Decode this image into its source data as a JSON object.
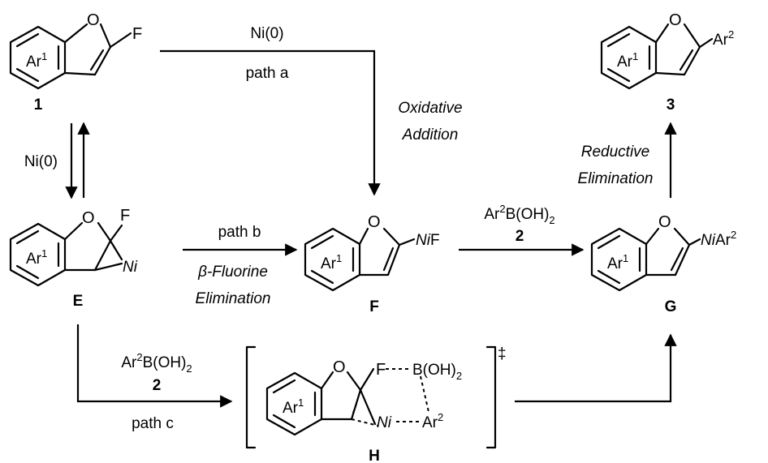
{
  "compounds": {
    "c1": {
      "id": "1",
      "ring": "Ar",
      "ring_sup": "1",
      "heteroatom": "O",
      "substituent": "F"
    },
    "c3": {
      "id": "3",
      "ring": "Ar",
      "ring_sup": "1",
      "heteroatom": "O",
      "substituent": "Ar",
      "substituent_sup": "2"
    },
    "E": {
      "id": "E",
      "ring": "Ar",
      "ring_sup": "1",
      "heteroatom": "O",
      "fluorine": "F",
      "metal": "Ni"
    },
    "F": {
      "id": "F",
      "ring": "Ar",
      "ring_sup": "1",
      "heteroatom": "O",
      "metal": "Ni",
      "substituent": "F"
    },
    "G": {
      "id": "G",
      "ring": "Ar",
      "ring_sup": "1",
      "heteroatom": "O",
      "metal": "Ni",
      "substituent": "Ar",
      "substituent_sup": "2"
    },
    "H": {
      "id": "H",
      "ring": "Ar",
      "ring_sup": "1",
      "heteroatom": "O",
      "fluorine": "F",
      "boron": "B(OH)",
      "boron_sub": "2",
      "metal": "Ni",
      "aryl": "Ar",
      "aryl_sup": "2",
      "ts_symbol": "‡"
    }
  },
  "arrows": {
    "path_a": {
      "reagent": "Ni(0)",
      "label": "path a",
      "step_line1": "Oxidative",
      "step_line2": "Addition"
    },
    "equilibrium": {
      "reagent": "Ni(0)"
    },
    "path_b": {
      "label": "path b",
      "step_line1_greek": "β",
      "step_line1": "-Fluorine",
      "step_line2": "Elimination"
    },
    "transmetalation": {
      "reagent": "Ar",
      "reagent_sup": "2",
      "reagent_rest": "B(OH)",
      "reagent_sub": "2",
      "reagent_id": "2"
    },
    "reductive": {
      "step_line1": "Reductive",
      "step_line2": "Elimination"
    },
    "path_c": {
      "reagent": "Ar",
      "reagent_sup": "2",
      "reagent_rest": "B(OH)",
      "reagent_sub": "2",
      "reagent_id": "2",
      "label": "path c"
    }
  }
}
